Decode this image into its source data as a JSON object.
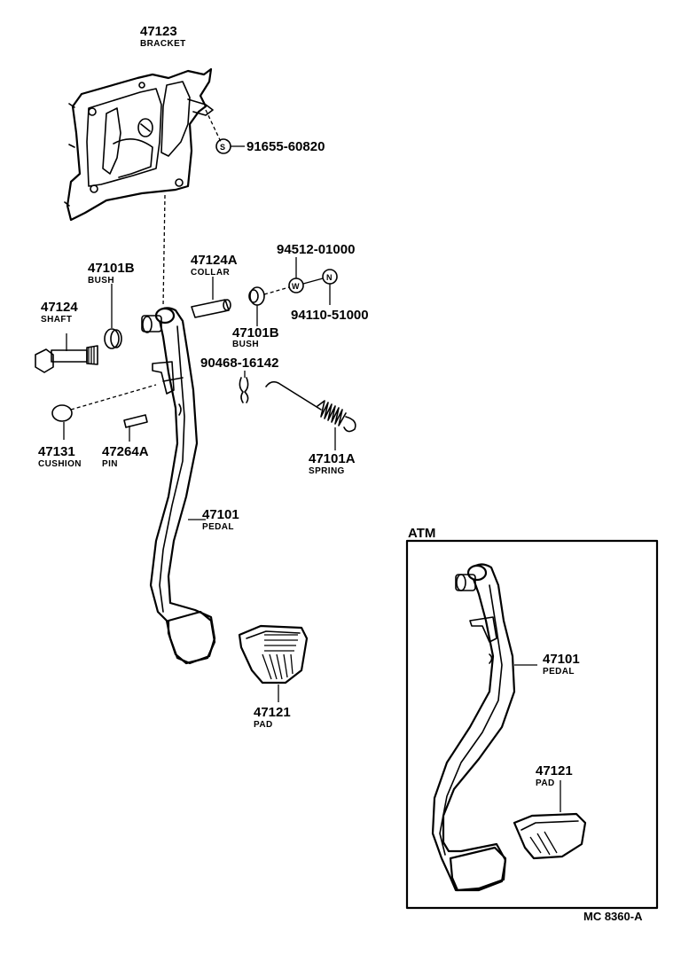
{
  "diagram": {
    "code": "MC 8360-A",
    "inset_label": "ATM",
    "parts": [
      {
        "id": "bracket",
        "number": "47123",
        "name": "BRACKET"
      },
      {
        "id": "bolt",
        "number": "91655-60820",
        "name": ""
      },
      {
        "id": "washer",
        "number": "94512-01000",
        "name": ""
      },
      {
        "id": "nut",
        "number": "94110-51000",
        "name": ""
      },
      {
        "id": "collar",
        "number": "47124A",
        "name": "COLLAR"
      },
      {
        "id": "bush-left",
        "number": "47101B",
        "name": "BUSH"
      },
      {
        "id": "bush-right",
        "number": "47101B",
        "name": "BUSH"
      },
      {
        "id": "shaft",
        "number": "47124",
        "name": "SHAFT"
      },
      {
        "id": "clip",
        "number": "90468-16142",
        "name": ""
      },
      {
        "id": "cushion",
        "number": "47131",
        "name": "CUSHION"
      },
      {
        "id": "pin",
        "number": "47264A",
        "name": "PIN"
      },
      {
        "id": "spring",
        "number": "47101A",
        "name": "SPRING"
      },
      {
        "id": "pedal",
        "number": "47101",
        "name": "PEDAL"
      },
      {
        "id": "pad",
        "number": "47121",
        "name": "PAD"
      },
      {
        "id": "pedal-atm",
        "number": "47101",
        "name": "PEDAL"
      },
      {
        "id": "pad-atm",
        "number": "47121",
        "name": "PAD"
      }
    ]
  }
}
